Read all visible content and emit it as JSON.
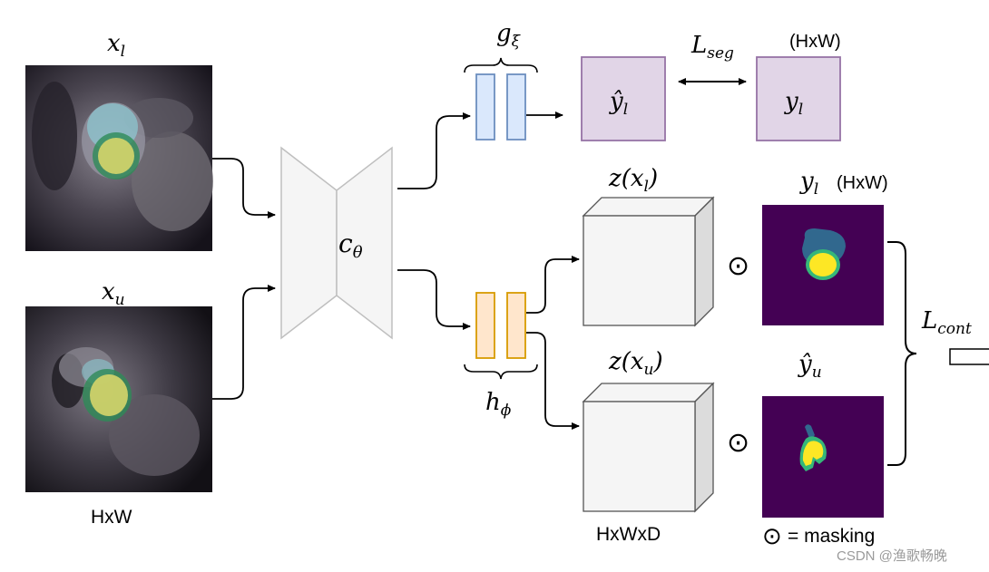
{
  "inputs": {
    "xl_label": "x",
    "xl_sub": "l",
    "xu_label": "x",
    "xu_sub": "u",
    "hw_label": "HxW"
  },
  "encoder": {
    "label": "c",
    "sub": "θ"
  },
  "seg_head": {
    "label": "g",
    "sub": "ξ"
  },
  "proj_head": {
    "label": "h",
    "sub": "ϕ"
  },
  "seg_output": {
    "pred_label": "ŷ",
    "pred_sub": "l",
    "gt_label": "y",
    "gt_sub": "l",
    "loss_label": "L",
    "loss_sub": "seg",
    "shape_label": "(HxW)"
  },
  "features": {
    "zl_label": "z(x",
    "zl_sub": "l",
    "zu_label": "z(x",
    "zu_sub": "u",
    "close_paren": ")",
    "shape_label": "HxWxD",
    "odot_symbol": "⊙"
  },
  "masks": {
    "yl_label": "y",
    "yl_sub": "l",
    "yl_shape": "(HxW)",
    "yu_label": "ŷ",
    "yu_sub": "u"
  },
  "contrastive": {
    "label": "L",
    "sub": "cont"
  },
  "legend": {
    "symbol": "⊙",
    "text": "= masking"
  },
  "watermark": "CSDN @渔歌畅晚",
  "colors": {
    "seg_head_fill": "#dae8fc",
    "seg_head_stroke": "#6c8ebf",
    "proj_head_fill": "#ffe6cc",
    "proj_head_stroke": "#d79b00",
    "seg_box_fill": "#e1d5e7",
    "seg_box_stroke": "#9673a6",
    "mask_bg": "#440154",
    "mask_yellow": "#fde725",
    "mask_teal": "#31688e",
    "mask_green": "#35b779"
  }
}
